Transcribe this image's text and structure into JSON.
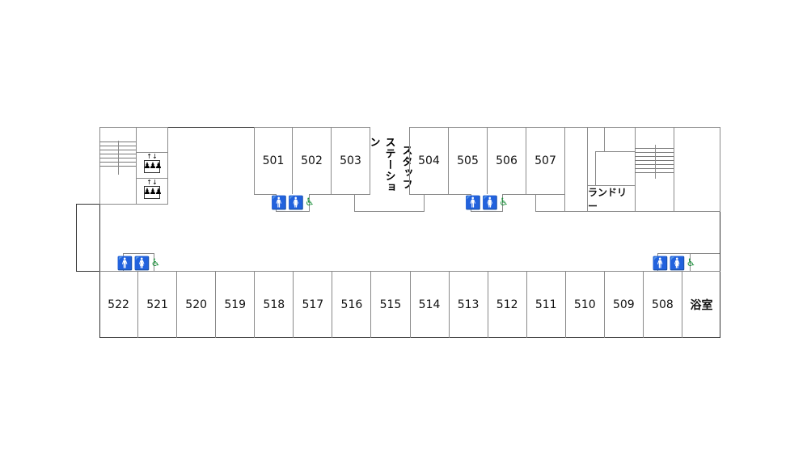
{
  "top_rooms": [
    "501",
    "502",
    "503",
    "504",
    "505",
    "506",
    "507"
  ],
  "staff_station": "スタッフステーション",
  "staff_station_cols": [
    "スタッフ",
    "ステーション"
  ],
  "laundry": "ランドリー",
  "bottom_rooms": [
    "522",
    "521",
    "520",
    "519",
    "518",
    "517",
    "516",
    "515",
    "514",
    "513",
    "512",
    "511",
    "510",
    "509",
    "508"
  ],
  "bath": "浴室",
  "colors": {
    "male": "#1a5fc8",
    "female": "#e0243c",
    "accessible": "#1b8f3a",
    "line": "#8a8a8a"
  }
}
